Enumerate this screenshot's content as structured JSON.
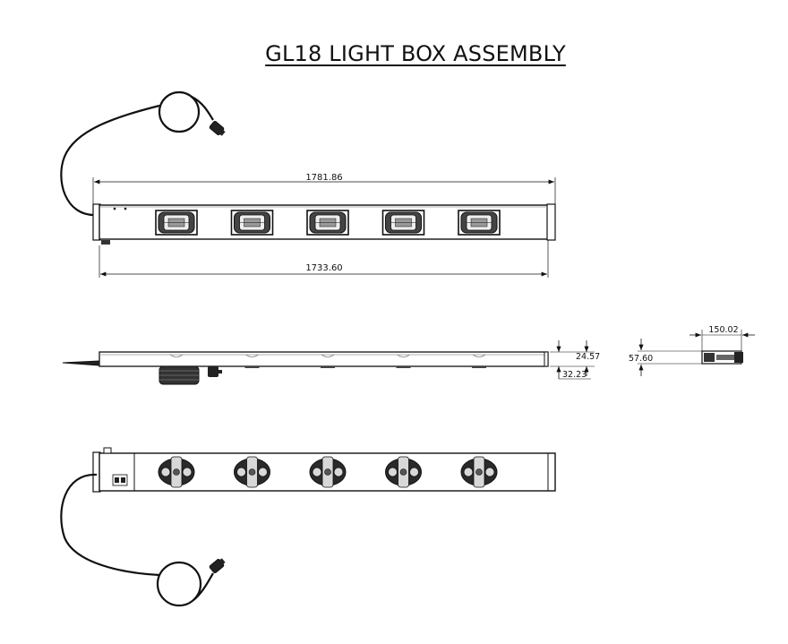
{
  "title": "GL18 LIGHT BOX ASSEMBLY",
  "dimensions": {
    "overall_length": "1781.86",
    "body_length": "1733.60",
    "height_upper": "24.57",
    "height_lower": "32.23",
    "side_height": "57.60",
    "side_width": "150.02"
  },
  "views": {
    "top_lamp_count": 5,
    "bottom_lamp_count": 5,
    "side_lamp_count": 5
  },
  "colors": {
    "line": "#111111",
    "fill_dark": "#2a2a2a",
    "fill_mid": "#555555",
    "fill_light": "#d8d8d8"
  }
}
